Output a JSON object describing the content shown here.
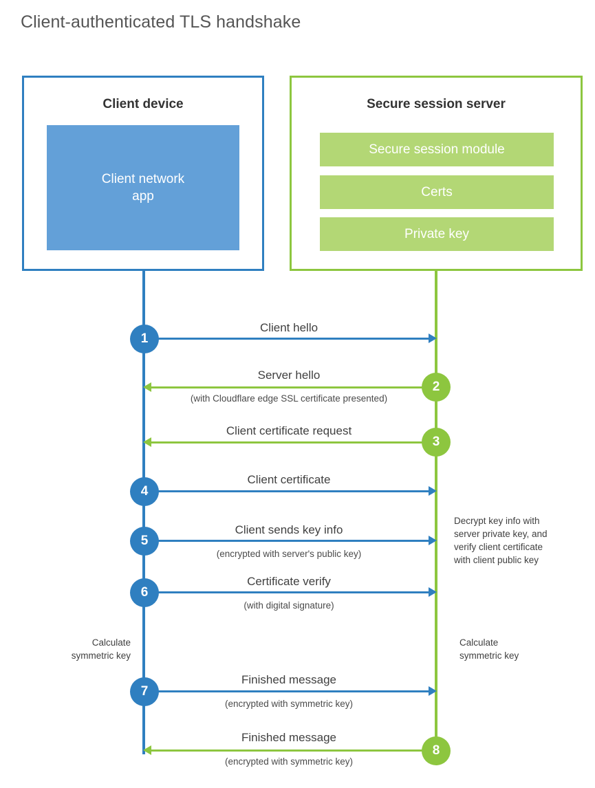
{
  "title": "Client-authenticated TLS handshake",
  "colors": {
    "blue": "#2f7fc0",
    "blue_fill": "#63a0d8",
    "green": "#8dc63f",
    "green_fill": "#b3d775",
    "text": "#404040",
    "title_text": "#555555"
  },
  "client": {
    "title": "Client device",
    "app_label": "Client network\napp",
    "app_line1": "Client network",
    "app_line2": "app"
  },
  "server": {
    "title": "Secure session server",
    "bars": [
      {
        "label": "Secure session module"
      },
      {
        "label": "Certs"
      },
      {
        "label": "Private key"
      }
    ]
  },
  "steps": [
    {
      "number": "1",
      "label": "Client hello",
      "sub": "",
      "direction": "client-to-server",
      "color": "blue"
    },
    {
      "number": "2",
      "label": "Server hello",
      "sub": "(with Cloudflare edge SSL certificate presented)",
      "direction": "server-to-client",
      "color": "green"
    },
    {
      "number": "3",
      "label": "Client certificate request",
      "sub": "",
      "direction": "server-to-client",
      "color": "green"
    },
    {
      "number": "4",
      "label": "Client certificate",
      "sub": "",
      "direction": "client-to-server",
      "color": "blue"
    },
    {
      "number": "5",
      "label": "Client sends key info",
      "sub": "(encrypted with server's public key)",
      "direction": "client-to-server",
      "color": "blue"
    },
    {
      "number": "6",
      "label": "Certificate verify",
      "sub": "(with digital signature)",
      "direction": "client-to-server",
      "color": "blue"
    },
    {
      "number": "7",
      "label": "Finished message",
      "sub": "(encrypted with symmetric key)",
      "direction": "client-to-server",
      "color": "blue"
    },
    {
      "number": "8",
      "label": "Finished message",
      "sub": "(encrypted with symmetric key)",
      "direction": "server-to-client",
      "color": "green"
    }
  ],
  "notes": {
    "server_decrypt": {
      "line1": "Decrypt key info with",
      "line2": "server private key, and",
      "line3": "verify client certificate",
      "line4": "with client public key"
    },
    "client_calc": {
      "line1": "Calculate",
      "line2": "symmetric key"
    },
    "server_calc": {
      "line1": "Calculate",
      "line2": "symmetric key"
    }
  }
}
